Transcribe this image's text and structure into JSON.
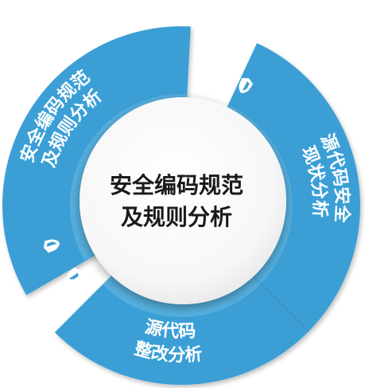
{
  "center": {
    "line1": "安全编码规范",
    "line2": "及规则分析"
  },
  "segments": [
    {
      "line1": "安全编码规范",
      "line2": "及规则分析",
      "icon": "shield-icon"
    },
    {
      "line1": "源代码安全",
      "line2": "现状分析",
      "icon": "shield-icon"
    },
    {
      "line1": "源代码",
      "line2": "整改分析",
      "icon": "shield-icon"
    }
  ],
  "colors": {
    "segment": "#3a9fd6",
    "segment_outer": "#2a8cc6",
    "segment_inner_ring": "#6bbbe6",
    "center_fill": "#ffffff",
    "center_text": "#1a1a1a"
  }
}
